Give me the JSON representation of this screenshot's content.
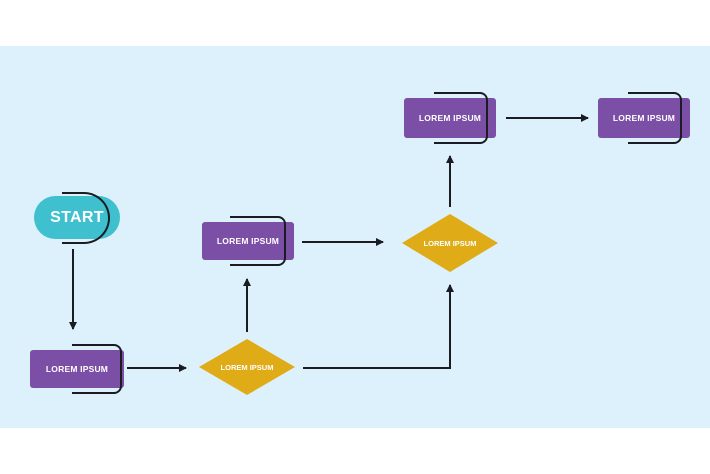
{
  "diagram": {
    "start_label": "START",
    "nodes": [
      {
        "id": "p1",
        "type": "process",
        "label": "LOREM IPSUM"
      },
      {
        "id": "d1",
        "type": "decision",
        "label": "LOREM IPSUM"
      },
      {
        "id": "p2",
        "type": "process",
        "label": "LOREM IPSUM"
      },
      {
        "id": "d2",
        "type": "decision",
        "label": "LOREM IPSUM"
      },
      {
        "id": "p3",
        "type": "process",
        "label": "LOREM IPSUM"
      },
      {
        "id": "p4",
        "type": "process",
        "label": "LOREM IPSUM"
      }
    ],
    "edges": [
      {
        "from": "start",
        "to": "p1"
      },
      {
        "from": "p1",
        "to": "d1"
      },
      {
        "from": "d1",
        "to": "p2"
      },
      {
        "from": "p2",
        "to": "d2"
      },
      {
        "from": "d1",
        "to": "d2"
      },
      {
        "from": "d2",
        "to": "p3"
      },
      {
        "from": "p3",
        "to": "p4"
      }
    ]
  },
  "colors": {
    "background": "#dcf1fb",
    "process": "#7b4fa5",
    "decision": "#dfab17",
    "start": "#3fc0cf",
    "outline": "#1b1b22"
  }
}
